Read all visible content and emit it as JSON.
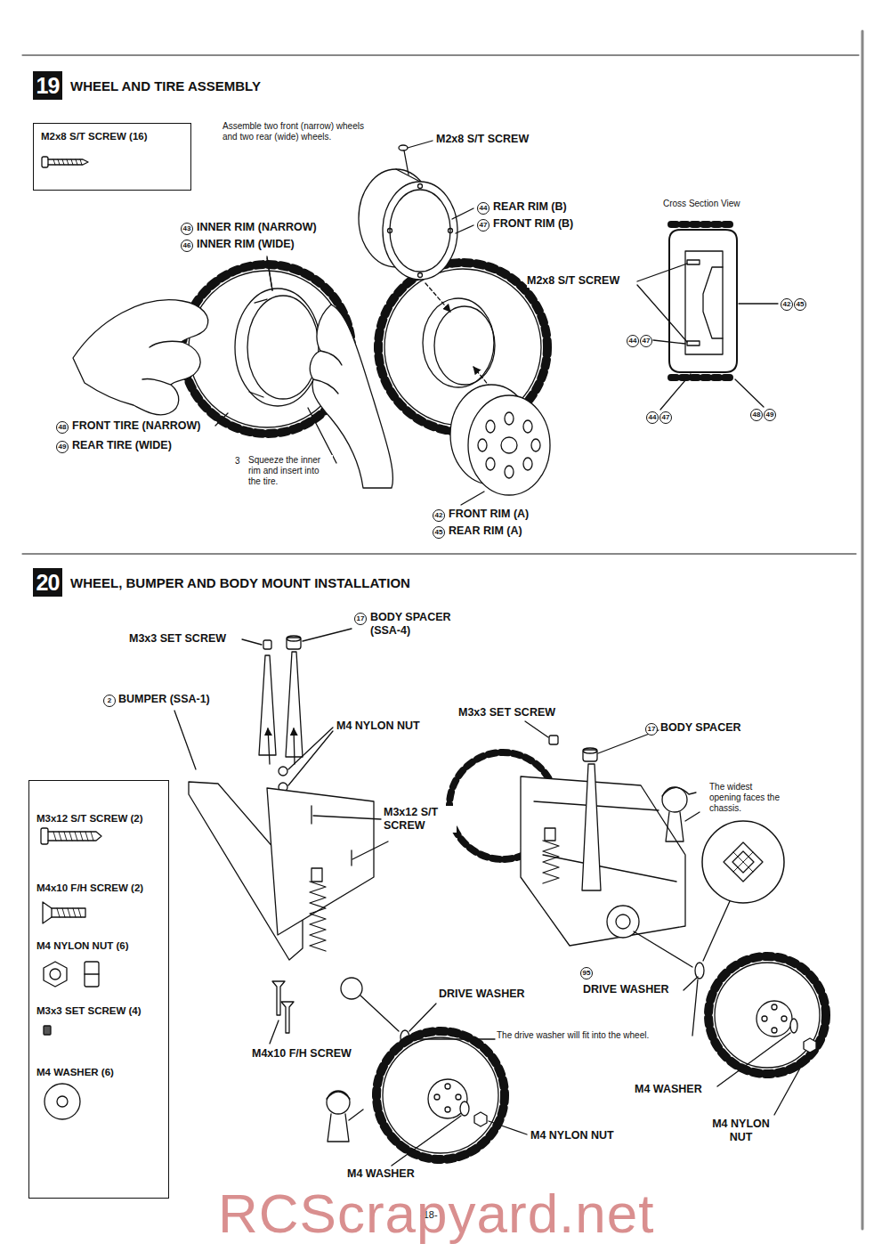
{
  "diagram": {
    "nodes": [
      {
        "text": [
          "19",
          "WHEEL AND TIRE ASSEMBLY"
        ]
      },
      {
        "text": [
          "M2x8 S/T SCREW (16)"
        ]
      },
      {
        "text": [
          "20",
          "WHEEL, BUMPER AND BODY MOUNT INSTALLATION"
        ]
      },
      {
        "text": [
          "M3x12 S/T SCREW (2)",
          "M4x10 F/H SCREW (2)",
          "M4 NYLON NUT (6)",
          "M3x3 SET SCREW (4)",
          "M4 WASHER (6)"
        ]
      }
    ],
    "labels": [
      "Assemble two front (narrow) wheels and two rear (wide) wheels.",
      "M2x8 S/T SCREW",
      "44",
      "REAR RIM (B)",
      "47",
      "FRONT RIM (B)",
      "43",
      "INNER RIM (NARROW)",
      "46",
      "INNER RIM (WIDE)",
      "Cross Section View",
      "M2x8 S/T SCREW",
      "42",
      "45",
      "44",
      "47",
      "44",
      "47",
      "48",
      "49",
      "48",
      "FRONT TIRE (NARROW)",
      "49",
      "REAR TIRE (WIDE)",
      "3",
      "Squeeze the inner rim and insert into the tire.",
      "42",
      "FRONT RIM (A)",
      "45",
      "REAR RIM (A)",
      "M3x3 SET SCREW",
      "17",
      "BODY SPACER (SSA-4)",
      "2",
      "BUMPER (SSA-1)",
      "M4 NYLON NUT",
      "M3x12 S/T SCREW",
      "M3x3 SET SCREW",
      "17",
      "BODY SPACER",
      "The widest opening faces the chassis.",
      "DRIVE WASHER",
      "95",
      "DRIVE WASHER",
      "The drive washer will fit into the wheel.",
      "M4x10 F/H SCREW",
      "M4 WASHER",
      "M4 NYLON NUT",
      "M4 NYLON NUT",
      "M4 WASHER",
      "-18-",
      "RCScrapyard.net"
    ]
  }
}
